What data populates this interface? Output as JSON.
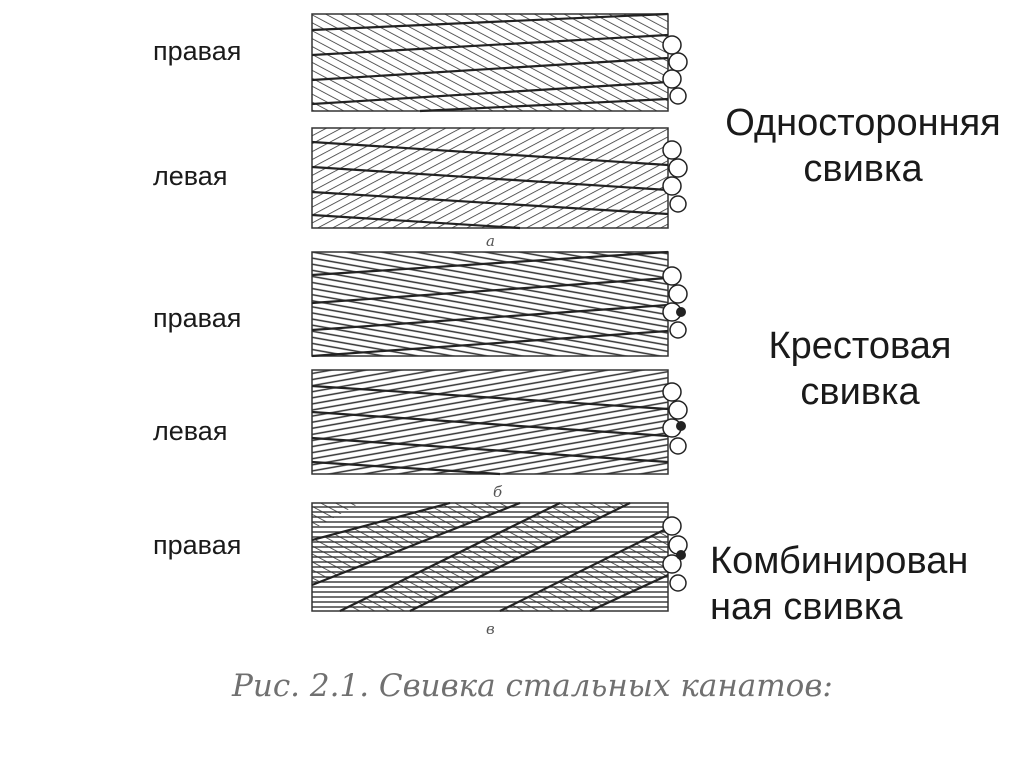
{
  "labels": {
    "rope1": "правая",
    "rope2": "левая",
    "rope3": "правая",
    "rope4": "левая",
    "rope5": "правая"
  },
  "groups": {
    "one_sided_line1": "Односторонняя",
    "one_sided_line2": "свивка",
    "cross_line1": "Крестовая",
    "cross_line2": "свивка",
    "combined_line1": "Комбинирован",
    "combined_line2": "ная свивка"
  },
  "sub_labels": {
    "a": "а",
    "b": "б",
    "c": "в"
  },
  "caption": "Рис. 2.1. Свивка стальных канатов:",
  "colors": {
    "ink": "#333333",
    "text": "#1a1a1a",
    "caption": "#707070"
  }
}
